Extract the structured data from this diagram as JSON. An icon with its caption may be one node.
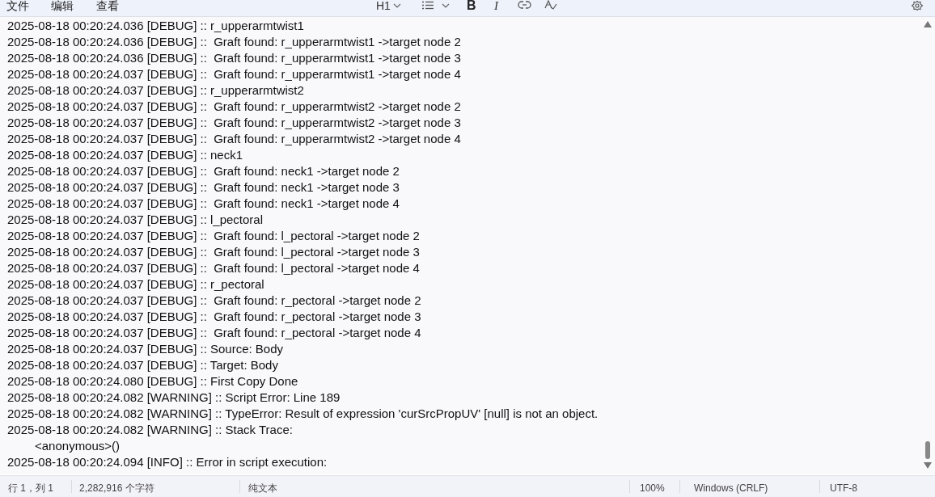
{
  "diagram": {
    "labels": [
      "文件",
      "编辑",
      "查看",
      "H1",
      "B",
      "I",
      "2025-08-18 00:20:24.036 [DEBUG] :: r_upperarmtwist1",
      "2025-08-18 00:20:24.036 [DEBUG] ::  Graft found: r_upperarmtwist1 ->target node 2",
      "2025-08-18 00:20:24.036 [DEBUG] ::  Graft found: r_upperarmtwist1 ->target node 3",
      "2025-08-18 00:20:24.037 [DEBUG] ::  Graft found: r_upperarmtwist1 ->target node 4",
      "2025-08-18 00:20:24.037 [DEBUG] :: r_upperarmtwist2",
      "2025-08-18 00:20:24.037 [DEBUG] ::  Graft found: r_upperarmtwist2 ->target node 2",
      "2025-08-18 00:20:24.037 [DEBUG] ::  Graft found: r_upperarmtwist2 ->target node 3",
      "2025-08-18 00:20:24.037 [DEBUG] ::  Graft found: r_upperarmtwist2 ->target node 4",
      "2025-08-18 00:20:24.037 [DEBUG] :: neck1",
      "2025-08-18 00:20:24.037 [DEBUG] ::  Graft found: neck1 ->target node 2",
      "2025-08-18 00:20:24.037 [DEBUG] ::  Graft found: neck1 ->target node 3",
      "2025-08-18 00:20:24.037 [DEBUG] ::  Graft found: neck1 ->target node 4",
      "2025-08-18 00:20:24.037 [DEBUG] :: l_pectoral",
      "2025-08-18 00:20:24.037 [DEBUG] ::  Graft found: l_pectoral ->target node 2",
      "2025-08-18 00:20:24.037 [DEBUG] ::  Graft found: l_pectoral ->target node 3",
      "2025-08-18 00:20:24.037 [DEBUG] ::  Graft found: l_pectoral ->target node 4",
      "2025-08-18 00:20:24.037 [DEBUG] :: r_pectoral",
      "2025-08-18 00:20:24.037 [DEBUG] ::  Graft found: r_pectoral ->target node 2",
      "2025-08-18 00:20:24.037 [DEBUG] ::  Graft found: r_pectoral ->target node 3",
      "2025-08-18 00:20:24.037 [DEBUG] ::  Graft found: r_pectoral ->target node 4",
      "2025-08-18 00:20:24.037 [DEBUG] :: Source: Body",
      "2025-08-18 00:20:24.037 [DEBUG] :: Target: Body",
      "2025-08-18 00:20:24.080 [DEBUG] :: First Copy Done",
      "2025-08-18 00:20:24.082 [WARNING] :: Script Error: Line 189",
      "2025-08-18 00:20:24.082 [WARNING] :: TypeError: Result of expression 'curSrcPropUV' [null] is not an object.",
      "2025-08-18 00:20:24.082 [WARNING] :: Stack Trace:",
      "<anonymous>()",
      "2025-08-18 00:20:24.094 [INFO] :: Error in script execution:",
      "行 1，列 1",
      "2,282,916 个字符",
      "纯文本",
      "100%",
      "Windows (CRLF)",
      "UTF-8"
    ]
  }
}
